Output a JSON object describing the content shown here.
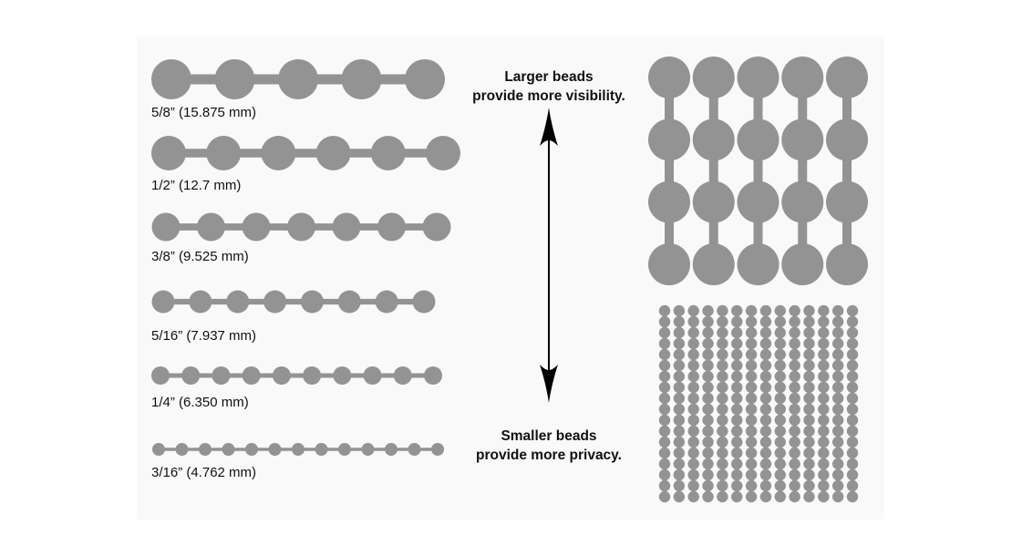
{
  "beads": {
    "color": "#939393",
    "sizes": [
      {
        "label": "5/8” (15.875 mm)",
        "count": 5
      },
      {
        "label": "1/2” (12.7 mm)",
        "count": 6
      },
      {
        "label": "3/8” (9.525 mm)",
        "count": 7
      },
      {
        "label": "5/16” (7.937 mm)",
        "count": 8
      },
      {
        "label": "1/4” (6.350 mm)",
        "count": 10
      },
      {
        "label": "3/16” (4.762 mm)",
        "count": 13
      }
    ]
  },
  "captions": {
    "larger_line1": "Larger beads",
    "larger_line2": "provide more visibility.",
    "smaller_line1": "Smaller beads",
    "smaller_line2": "provide more privacy."
  },
  "curtain_large": {
    "columns": 5,
    "rows": 4
  },
  "curtain_small": {
    "columns": 14,
    "rows": 18
  }
}
